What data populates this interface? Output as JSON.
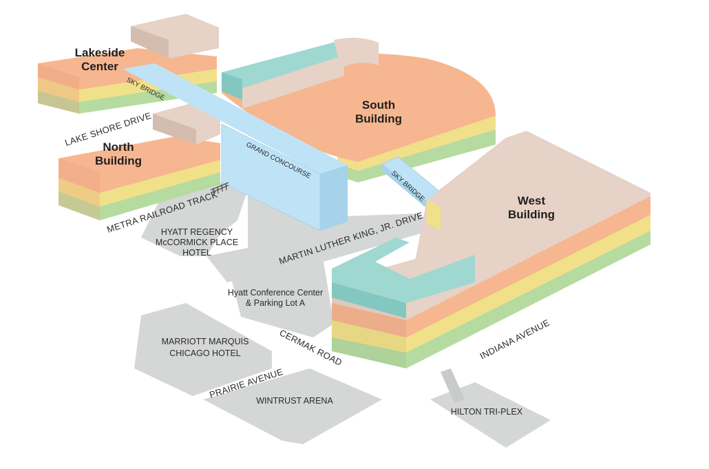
{
  "map": {
    "buildings": {
      "lakeside": {
        "line1": "Lakeside",
        "line2": "Center"
      },
      "north": {
        "line1": "North",
        "line2": "Building"
      },
      "south": {
        "line1": "South",
        "line2": "Building"
      },
      "west": {
        "line1": "West",
        "line2": "Building"
      }
    },
    "connectors": {
      "sky_bridge_north": "SKY BRIDGE",
      "sky_bridge_south": "SKY BRIDGE",
      "grand_concourse": "GRAND CONCOURSE"
    },
    "streets": {
      "lake_shore_drive": "LAKE SHORE DRIVE",
      "metra_railroad_track": "METRA RAILROAD TRACK",
      "mlk_drive": "MARTIN LUTHER KING, JR. DRIVE",
      "cermak_road": "CERMAK ROAD",
      "prairie_avenue": "PRAIRIE AVENUE",
      "indiana_avenue": "INDIANA AVENUE"
    },
    "places": {
      "hyatt_regency": {
        "line1": "HYATT REGENCY",
        "line2": "McCORMICK PLACE",
        "line3": "HOTEL"
      },
      "hyatt_conference": {
        "line1": "Hyatt Conference Center",
        "line2": "& Parking Lot A"
      },
      "marriott": {
        "line1": "MARRIOTT MARQUIS",
        "line2": "CHICAGO HOTEL"
      },
      "wintrust": "WINTRUST ARENA",
      "hilton": "HILTON TRI-PLEX"
    },
    "colors": {
      "green": "#b6dba0",
      "yellow": "#f1e08a",
      "orange": "#f6b690",
      "beige": "#e6d2c6",
      "teal": "#9fd8d1",
      "blue": "#bfe3f6",
      "gray": "#d5d6d6"
    }
  }
}
